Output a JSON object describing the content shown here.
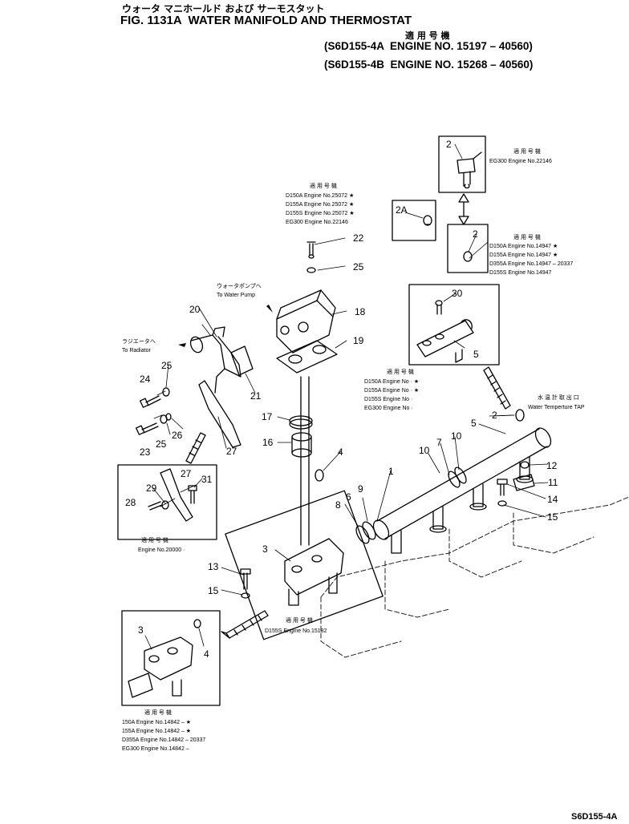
{
  "header": {
    "jp_title": "ウォータ マニホールド および サーモスタット",
    "fig_title": "FIG. 1131A  WATER MANIFOLD AND THERMOSTAT",
    "applicable_jp": "適 用 号 機",
    "engine_line_1": "(S6D155-4A  ENGINE NO. 15197 – 40560)",
    "engine_line_2": "(S6D155-4B  ENGINE NO. 15268 – 40560)"
  },
  "labels": {
    "to_water_pump_jp": "ウォータポンプへ",
    "to_water_pump": "To Water Pump",
    "to_radiator_jp": "ラジエータへ",
    "to_radiator": "To Radiator",
    "water_temp_tap_jp": "水 温 計 取 出 口",
    "water_temp_tap": "Water Temperture TAP"
  },
  "callouts": {
    "c1": "1",
    "c2a": "2",
    "c2b": "2",
    "c2c": "2",
    "c2A": "2A",
    "c3a": "3",
    "c3b": "3",
    "c4a": "4",
    "c4b": "4",
    "c5a": "5",
    "c5b": "5",
    "c6": "6",
    "c7": "7",
    "c8": "8",
    "c9": "9",
    "c10a": "10",
    "c10b": "10",
    "c11": "11",
    "c12": "12",
    "c13": "13",
    "c14": "14",
    "c15a": "15",
    "c15b": "15",
    "c16": "16",
    "c17": "17",
    "c18": "18",
    "c19": "19",
    "c20": "20",
    "c21": "21",
    "c22": "22",
    "c23": "23",
    "c24": "24",
    "c25a": "25",
    "c25b": "25",
    "c25c": "25",
    "c26": "26",
    "c27a": "27",
    "c27b": "27",
    "c28": "28",
    "c29": "29",
    "c30": "30",
    "c31": "31"
  },
  "applicability_notes": {
    "note_a": {
      "heading": "適 用 号 機",
      "lines": [
        "EG300  Engine No.22146"
      ]
    },
    "note_b": {
      "heading": "適 用 号 機",
      "lines": [
        "D150A  Engine No.25072  ★",
        "D155A  Engine No.25072  ★",
        "D155S  Engine No.25072  ★",
        "EG300  Engine No.22146"
      ]
    },
    "note_c": {
      "heading": "適 用 号 機",
      "lines": [
        "D150A  Engine No.14947   ★",
        "D155A  Engine No.14947   ★",
        "D355A  Engine No.14947 – 20337",
        "D155S  Engine No.14947"
      ]
    },
    "note_d": {
      "heading": "適 用 号 機",
      "lines": [
        "D150A  Engine No   ·   ★",
        "D155A  Engine No   ·   ★",
        "D155S  Engine No   ·",
        "EG300  Engine No   ·"
      ]
    },
    "note_e": {
      "heading": "適 用 号 機",
      "lines": [
        "Engine No.20000 ·"
      ]
    },
    "note_f": {
      "heading": "適 用 号 機",
      "lines": [
        "D155S  Engine No.15182"
      ]
    },
    "note_g": {
      "heading": "適 用 号 機",
      "lines": [
        "150A  Engine No.14842 –    ★",
        "155A  Engine No.14842 –    ★",
        "D355A  Engine No.14842 – 20337",
        "EG300  Engine No.14842 –"
      ]
    }
  },
  "footer": {
    "model_code": "S6D155-4A"
  }
}
